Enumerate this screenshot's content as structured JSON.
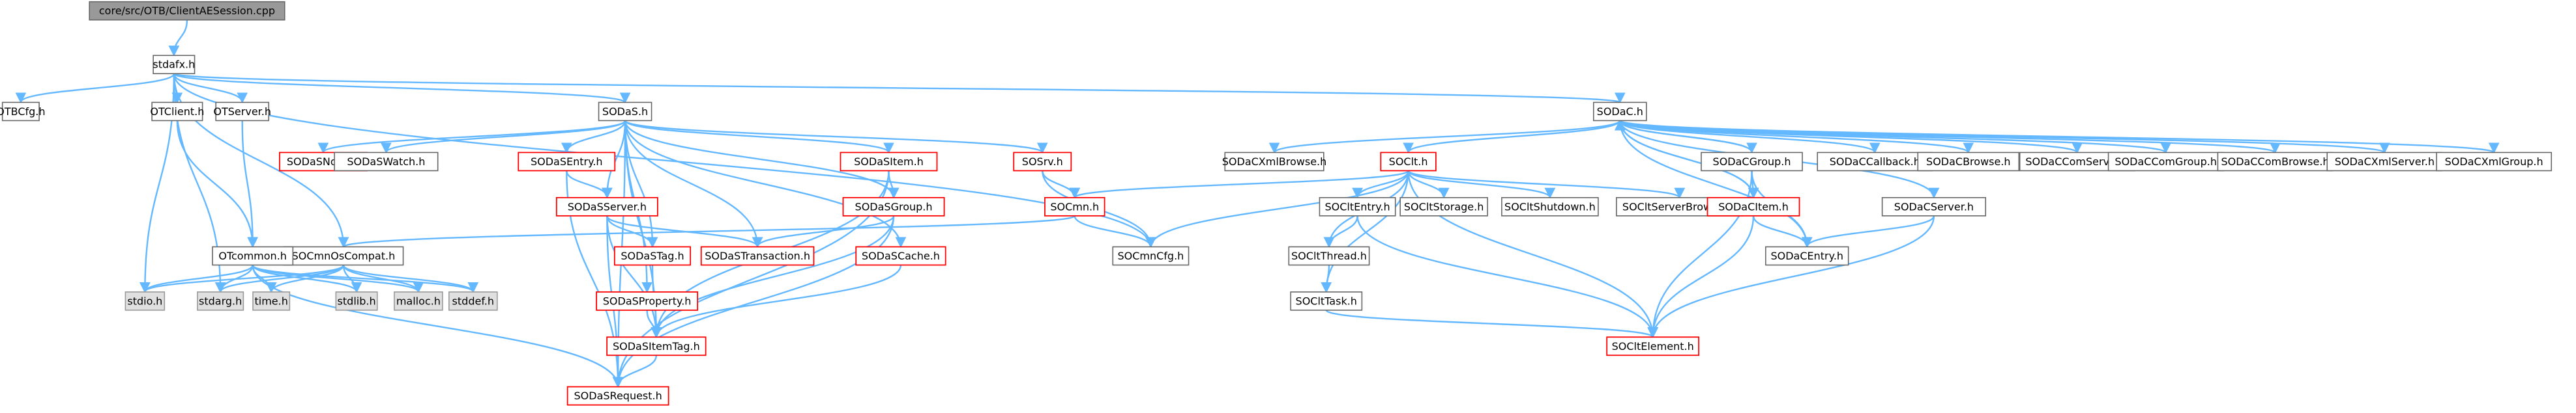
{
  "nodes": [
    {
      "id": "root",
      "label": "core/src/OTB/ClientAESession.cpp",
      "style": "root"
    },
    {
      "id": "stdafx",
      "label": "stdafx.h",
      "style": "normal"
    },
    {
      "id": "OTBCfg",
      "label": "OTBCfg.h",
      "style": "normal"
    },
    {
      "id": "OTClient",
      "label": "OTClient.h",
      "style": "normal"
    },
    {
      "id": "OTServer",
      "label": "OTServer.h",
      "style": "normal"
    },
    {
      "id": "SODaS",
      "label": "SODaS.h",
      "style": "normal"
    },
    {
      "id": "SODaC",
      "label": "SODaC.h",
      "style": "normal"
    },
    {
      "id": "SODaSNode",
      "label": "SODaSNode.h",
      "style": "red"
    },
    {
      "id": "SODaSWatch",
      "label": "SODaSWatch.h",
      "style": "normal"
    },
    {
      "id": "SODaSEntry",
      "label": "SODaSEntry.h",
      "style": "red"
    },
    {
      "id": "SODaSItem",
      "label": "SODaSItem.h",
      "style": "red"
    },
    {
      "id": "SOSrv",
      "label": "SOSrv.h",
      "style": "red"
    },
    {
      "id": "SODaCXmlBrowse",
      "label": "SODaCXmlBrowse.h",
      "style": "normal"
    },
    {
      "id": "SOClt",
      "label": "SOClt.h",
      "style": "red"
    },
    {
      "id": "SODaCGroup",
      "label": "SODaCGroup.h",
      "style": "normal"
    },
    {
      "id": "SODaCCallback",
      "label": "SODaCCallback.h",
      "style": "normal"
    },
    {
      "id": "SODaCBrowse",
      "label": "SODaCBrowse.h",
      "style": "normal"
    },
    {
      "id": "SODaCComServer",
      "label": "SODaCComServer.h",
      "style": "normal"
    },
    {
      "id": "SODaCComGroup",
      "label": "SODaCComGroup.h",
      "style": "normal"
    },
    {
      "id": "SODaCComBrowse",
      "label": "SODaCComBrowse.h",
      "style": "normal"
    },
    {
      "id": "SODaCXmlServer",
      "label": "SODaCXmlServer.h",
      "style": "normal"
    },
    {
      "id": "SODaCXmlGroup",
      "label": "SODaCXmlGroup.h",
      "style": "normal"
    },
    {
      "id": "SODaSServer",
      "label": "SODaSServer.h",
      "style": "red"
    },
    {
      "id": "SODaSGroup",
      "label": "SODaSGroup.h",
      "style": "red"
    },
    {
      "id": "SOCmn",
      "label": "SOCmn.h",
      "style": "red"
    },
    {
      "id": "SOCltEntry",
      "label": "SOCltEntry.h",
      "style": "normal"
    },
    {
      "id": "SOCltStorage",
      "label": "SOCltStorage.h",
      "style": "normal"
    },
    {
      "id": "SOCltShutdown",
      "label": "SOCltShutdown.h",
      "style": "normal"
    },
    {
      "id": "SOCltServerBrowser",
      "label": "SOCltServerBrowser.h",
      "style": "normal"
    },
    {
      "id": "SODaCItem",
      "label": "SODaCItem.h",
      "style": "red"
    },
    {
      "id": "SODaCServer",
      "label": "SODaCServer.h",
      "style": "normal"
    },
    {
      "id": "SOCmnOsCompat",
      "label": "SOCmnOsCompat.h",
      "style": "normal"
    },
    {
      "id": "OTcommon",
      "label": "OTcommon.h",
      "style": "normal"
    },
    {
      "id": "SODaSTag",
      "label": "SODaSTag.h",
      "style": "red"
    },
    {
      "id": "SODaSTransaction",
      "label": "SODaSTransaction.h",
      "style": "red"
    },
    {
      "id": "SODaSCache",
      "label": "SODaSCache.h",
      "style": "red"
    },
    {
      "id": "SOCmnCfg",
      "label": "SOCmnCfg.h",
      "style": "normal"
    },
    {
      "id": "SOCltThread",
      "label": "SOCltThread.h",
      "style": "normal"
    },
    {
      "id": "SODaCEntry",
      "label": "SODaCEntry.h",
      "style": "normal"
    },
    {
      "id": "stdio",
      "label": "stdio.h",
      "style": "sys"
    },
    {
      "id": "stdarg",
      "label": "stdarg.h",
      "style": "sys"
    },
    {
      "id": "time",
      "label": "time.h",
      "style": "sys"
    },
    {
      "id": "stdlib",
      "label": "stdlib.h",
      "style": "sys"
    },
    {
      "id": "malloc",
      "label": "malloc.h",
      "style": "sys"
    },
    {
      "id": "stddef",
      "label": "stddef.h",
      "style": "sys"
    },
    {
      "id": "SODaSProperty",
      "label": "SODaSProperty.h",
      "style": "red"
    },
    {
      "id": "SOCltTask",
      "label": "SOCltTask.h",
      "style": "normal"
    },
    {
      "id": "SODaSItemTag",
      "label": "SODaSItemTag.h",
      "style": "red"
    },
    {
      "id": "SOCltElement",
      "label": "SOCltElement.h",
      "style": "red"
    },
    {
      "id": "SODaSRequest",
      "label": "SODaSRequest.h",
      "style": "red"
    }
  ],
  "edges": [
    [
      "root",
      "stdafx"
    ],
    [
      "stdafx",
      "OTBCfg"
    ],
    [
      "stdafx",
      "OTClient"
    ],
    [
      "stdafx",
      "OTServer"
    ],
    [
      "stdafx",
      "SODaS"
    ],
    [
      "stdafx",
      "SODaC"
    ],
    [
      "stdafx",
      "stdio"
    ],
    [
      "stdafx",
      "stdarg"
    ],
    [
      "stdafx",
      "SOCmnOsCompat"
    ],
    [
      "stdafx",
      "SOCmnCfg"
    ],
    [
      "OTClient",
      "OTcommon"
    ],
    [
      "OTServer",
      "OTcommon"
    ],
    [
      "SODaS",
      "SODaSNode"
    ],
    [
      "SODaS",
      "SODaSWatch"
    ],
    [
      "SODaS",
      "SODaSEntry"
    ],
    [
      "SODaS",
      "SODaSItem"
    ],
    [
      "SODaS",
      "SOSrv"
    ],
    [
      "SODaS",
      "SODaSServer"
    ],
    [
      "SODaS",
      "SODaSGroup"
    ],
    [
      "SODaS",
      "SODaSTag"
    ],
    [
      "SODaS",
      "SODaSTransaction"
    ],
    [
      "SODaS",
      "SODaSCache"
    ],
    [
      "SODaS",
      "SODaSProperty"
    ],
    [
      "SODaS",
      "SODaSItemTag"
    ],
    [
      "SODaS",
      "SODaSRequest"
    ],
    [
      "SODaSEntry",
      "SODaSServer"
    ],
    [
      "SODaSEntry",
      "SODaSRequest"
    ],
    [
      "SODaSItem",
      "SODaSGroup"
    ],
    [
      "SODaSItem",
      "SODaSItemTag"
    ],
    [
      "SODaSItem",
      "SODaSRequest"
    ],
    [
      "SOSrv",
      "SOCmn"
    ],
    [
      "SOSrv",
      "SOCmnCfg"
    ],
    [
      "SODaSServer",
      "SODaSTag"
    ],
    [
      "SODaSServer",
      "SODaSTransaction"
    ],
    [
      "SODaSServer",
      "SODaSItemTag"
    ],
    [
      "SODaSServer",
      "SODaSRequest"
    ],
    [
      "SODaSGroup",
      "SODaSTransaction"
    ],
    [
      "SODaSGroup",
      "SODaSItemTag"
    ],
    [
      "SODaSGroup",
      "SODaSRequest"
    ],
    [
      "SODaSTag",
      "SODaSItemTag"
    ],
    [
      "SODaSProperty",
      "SODaSItemTag"
    ],
    [
      "SODaSCache",
      "SODaSItemTag"
    ],
    [
      "SODaSItemTag",
      "SODaSRequest"
    ],
    [
      "SOCmn",
      "SOCmnCfg"
    ],
    [
      "SOCmn",
      "SOCmnOsCompat"
    ],
    [
      "OTcommon",
      "stdio"
    ],
    [
      "OTcommon",
      "stdarg"
    ],
    [
      "OTcommon",
      "time"
    ],
    [
      "OTcommon",
      "stdlib"
    ],
    [
      "OTcommon",
      "malloc"
    ],
    [
      "OTcommon",
      "stddef"
    ],
    [
      "OTcommon",
      "SODaSRequest"
    ],
    [
      "SOCmnOsCompat",
      "stdio"
    ],
    [
      "SOCmnOsCompat",
      "stdarg"
    ],
    [
      "SOCmnOsCompat",
      "time"
    ],
    [
      "SOCmnOsCompat",
      "stdlib"
    ],
    [
      "SOCmnOsCompat",
      "malloc"
    ],
    [
      "SOCmnOsCompat",
      "stddef"
    ],
    [
      "SODaC",
      "SODaCXmlBrowse"
    ],
    [
      "SODaC",
      "SOClt"
    ],
    [
      "SODaC",
      "SODaCGroup"
    ],
    [
      "SODaC",
      "SODaCCallback"
    ],
    [
      "SODaC",
      "SODaCBrowse"
    ],
    [
      "SODaC",
      "SODaCComServer"
    ],
    [
      "SODaC",
      "SODaCComGroup"
    ],
    [
      "SODaC",
      "SODaCComBrowse"
    ],
    [
      "SODaC",
      "SODaCXmlServer"
    ],
    [
      "SODaC",
      "SODaCXmlGroup"
    ],
    [
      "SODaC",
      "SODaCItem"
    ],
    [
      "SODaC",
      "SODaCServer"
    ],
    [
      "SODaC",
      "SODaCEntry"
    ],
    [
      "SOClt",
      "SOCmn"
    ],
    [
      "SOClt",
      "SOCmnCfg"
    ],
    [
      "SOClt",
      "SOCltEntry"
    ],
    [
      "SOClt",
      "SOCltStorage"
    ],
    [
      "SOClt",
      "SOCltShutdown"
    ],
    [
      "SOClt",
      "SOCltServerBrowser"
    ],
    [
      "SOClt",
      "SOCltThread"
    ],
    [
      "SOClt",
      "SOCltTask"
    ],
    [
      "SOClt",
      "SOCltElement"
    ],
    [
      "SOCltEntry",
      "SOCltThread"
    ],
    [
      "SOCltEntry",
      "SOCltElement"
    ],
    [
      "SOCltThread",
      "SOCltTask"
    ],
    [
      "SOCltTask",
      "SOCltElement"
    ],
    [
      "SODaCGroup",
      "SODaC"
    ],
    [
      "SODaCGroup",
      "SODaCItem"
    ],
    [
      "SODaCGroup",
      "SODaCEntry"
    ],
    [
      "SODaCGroup",
      "SOCltElement"
    ],
    [
      "SODaCItem",
      "SODaC"
    ],
    [
      "SODaCItem",
      "SODaCEntry"
    ],
    [
      "SODaCItem",
      "SOCltElement"
    ],
    [
      "SODaCServer",
      "SODaCEntry"
    ],
    [
      "SODaCServer",
      "SOCltElement"
    ]
  ]
}
